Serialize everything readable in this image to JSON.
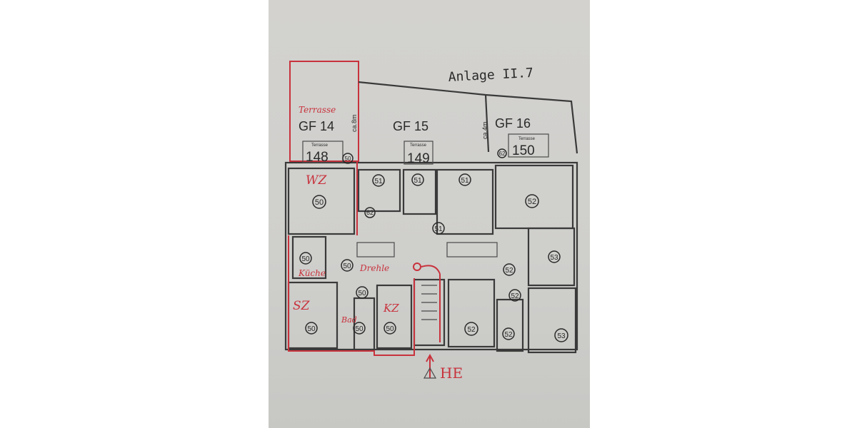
{
  "document": {
    "title": "Anlage II.7",
    "plots": [
      {
        "label": "GF 14",
        "number": "148",
        "terrace_label": "Terrasse",
        "dimension": "ca.8m"
      },
      {
        "label": "GF 15",
        "number": "149",
        "terrace_label": "Terrasse",
        "dimension": "ca.4m"
      },
      {
        "label": "GF 16",
        "number": "150",
        "terrace_label": "Terrasse"
      }
    ],
    "room_numbers": [
      "50",
      "51",
      "51",
      "51",
      "52",
      "50",
      "62",
      "51",
      "50",
      "50",
      "50",
      "50",
      "50",
      "50",
      "52",
      "53",
      "52",
      "52",
      "52",
      "53",
      "62"
    ],
    "annotations": {
      "terrace": "Terrasse",
      "wz_top": "WZ",
      "kitchen": "Küche",
      "hall": "Drehle",
      "sz": "SZ",
      "bath": "Bad",
      "kz": "KZ",
      "entrance": "HE"
    },
    "colors": {
      "annotation": "#c8323c",
      "ink": "#2a2a2a",
      "paper": "#d0cfcc"
    }
  }
}
